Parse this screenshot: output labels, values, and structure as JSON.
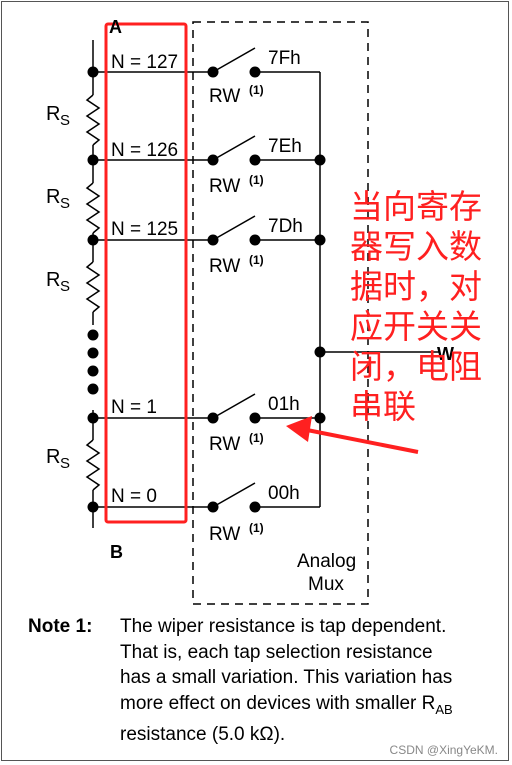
{
  "labels": {
    "A": "A",
    "B": "B",
    "rs": "R",
    "rs_sub": "S",
    "rw": "RW",
    "rw_sup": "(1)",
    "w": "W",
    "mux_line1": "Analog",
    "mux_line2": "Mux"
  },
  "taps": [
    {
      "n": "N = 127",
      "hex": "7Fh"
    },
    {
      "n": "N = 126",
      "hex": "7Eh"
    },
    {
      "n": "N = 125",
      "hex": "7Dh"
    },
    {
      "n": "N = 1",
      "hex": "01h"
    },
    {
      "n": "N = 0",
      "hex": "00h"
    }
  ],
  "annotation": {
    "lines": [
      "当向寄存",
      "器写入数",
      "据时，对",
      "应开关关",
      "闭，电阻",
      "串联"
    ],
    "color": "#ff2020"
  },
  "note": {
    "head": "Note 1:",
    "lines": [
      "The wiper resistance is tap dependent.",
      "That is, each tap selection resistance",
      "has a small variation. This variation has",
      "more effect on devices with smaller R",
      "resistance (5.0 kΩ)."
    ],
    "rab_sub": "AB"
  },
  "watermark": "CSDN @XingYeKM."
}
